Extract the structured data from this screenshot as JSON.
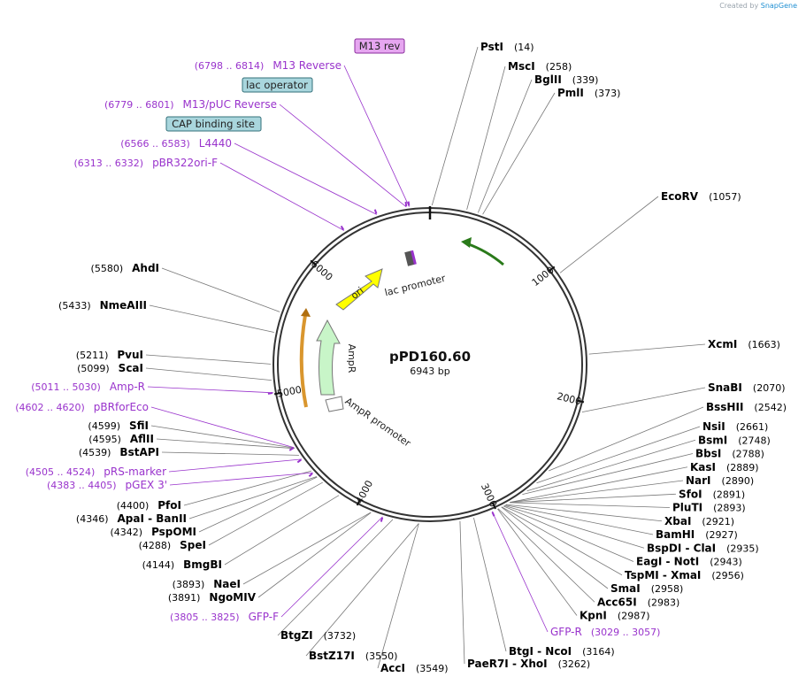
{
  "credit": {
    "prefix": "Created by",
    "brand": "SnapGene"
  },
  "plasmid": {
    "name": "pPD160.60",
    "length_label": "6943 bp",
    "length": 6943
  },
  "colors": {
    "enzyme": "#000000",
    "primer": "#9933cc",
    "backbone": "#333333"
  },
  "ticks": [
    {
      "label": "1000",
      "pos": 1000
    },
    {
      "label": "2000",
      "pos": 2000
    },
    {
      "label": "3000",
      "pos": 3000
    },
    {
      "label": "4000",
      "pos": 4000
    },
    {
      "label": "5000",
      "pos": 5000
    },
    {
      "label": "6000",
      "pos": 6000
    }
  ],
  "boxed_features": [
    {
      "name": "M13 rev",
      "fill": "#e6a6f0",
      "stroke": "#8a2c9c"
    },
    {
      "name": "lac operator",
      "fill": "#a9d6dd",
      "stroke": "#33707a"
    },
    {
      "name": "CAP binding site",
      "fill": "#a9d6dd",
      "stroke": "#33707a"
    }
  ],
  "inner_features": [
    {
      "name": "ori",
      "type": "origin",
      "fill": "#ffff00"
    },
    {
      "name": "lac promoter",
      "type": "promoter"
    },
    {
      "name": "AmpR",
      "type": "cds",
      "fill": "#c8f5c8"
    },
    {
      "name": "AmpR promoter",
      "type": "promoter"
    }
  ],
  "labels_top_right": [
    {
      "name": "PstI",
      "coord": "(14)",
      "kind": "enzyme"
    },
    {
      "name": "MscI",
      "coord": "(258)",
      "kind": "enzyme"
    },
    {
      "name": "BglII",
      "coord": "(339)",
      "kind": "enzyme"
    },
    {
      "name": "PmlI",
      "coord": "(373)",
      "kind": "enzyme"
    },
    {
      "name": "EcoRV",
      "coord": "(1057)",
      "kind": "enzyme"
    },
    {
      "name": "XcmI",
      "coord": "(1663)",
      "kind": "enzyme"
    },
    {
      "name": "SnaBI",
      "coord": "(2070)",
      "kind": "enzyme"
    },
    {
      "name": "BssHII",
      "coord": "(2542)",
      "kind": "enzyme"
    }
  ],
  "labels_right": [
    {
      "name": "NsiI",
      "coord": "(2661)",
      "kind": "enzyme"
    },
    {
      "name": "BsmI",
      "coord": "(2748)",
      "kind": "enzyme"
    },
    {
      "name": "BbsI",
      "coord": "(2788)",
      "kind": "enzyme"
    },
    {
      "name": "KasI",
      "coord": "(2889)",
      "kind": "enzyme"
    },
    {
      "name": "NarI",
      "coord": "(2890)",
      "kind": "enzyme"
    },
    {
      "name": "SfoI",
      "coord": "(2891)",
      "kind": "enzyme"
    },
    {
      "name": "PluTI",
      "coord": "(2893)",
      "kind": "enzyme"
    },
    {
      "name": "XbaI",
      "coord": "(2921)",
      "kind": "enzyme"
    },
    {
      "name": "BamHI",
      "coord": "(2927)",
      "kind": "enzyme"
    },
    {
      "name": "BspDI - ClaI",
      "coord": "(2935)",
      "kind": "enzyme"
    },
    {
      "name": "EagI - NotI",
      "coord": "(2943)",
      "kind": "enzyme"
    },
    {
      "name": "TspMI - XmaI",
      "coord": "(2956)",
      "kind": "enzyme"
    },
    {
      "name": "SmaI",
      "coord": "(2958)",
      "kind": "enzyme"
    },
    {
      "name": "Acc65I",
      "coord": "(2983)",
      "kind": "enzyme"
    },
    {
      "name": "KpnI",
      "coord": "(2987)",
      "kind": "enzyme"
    }
  ],
  "labels_bottom": [
    {
      "name": "GFP-R",
      "coord": "(3029 .. 3057)",
      "kind": "primer"
    },
    {
      "name": "BtgI - NcoI",
      "coord": "(3164)",
      "kind": "enzyme"
    },
    {
      "name": "PaeR7I - XhoI",
      "coord": "(3262)",
      "kind": "enzyme"
    },
    {
      "name": "AccI",
      "coord": "(3549)",
      "kind": "enzyme"
    },
    {
      "name": "BstZ17I",
      "coord": "(3550)",
      "kind": "enzyme"
    },
    {
      "name": "BtgZI",
      "coord": "(3732)",
      "kind": "enzyme"
    }
  ],
  "labels_left": [
    {
      "name": "GFP-F",
      "coord": "(3805 .. 3825)",
      "kind": "primer"
    },
    {
      "name": "NgoMIV",
      "coord": "(3891)",
      "kind": "enzyme"
    },
    {
      "name": "NaeI",
      "coord": "(3893)",
      "kind": "enzyme"
    },
    {
      "name": "BmgBI",
      "coord": "(4144)",
      "kind": "enzyme"
    },
    {
      "name": "SpeI",
      "coord": "(4288)",
      "kind": "enzyme"
    },
    {
      "name": "PspOMI",
      "coord": "(4342)",
      "kind": "enzyme"
    },
    {
      "name": "ApaI - BanII",
      "coord": "(4346)",
      "kind": "enzyme"
    },
    {
      "name": "PfoI",
      "coord": "(4400)",
      "kind": "enzyme"
    },
    {
      "name": "pGEX 3'",
      "coord": "(4383 .. 4405)",
      "kind": "primer"
    },
    {
      "name": "pRS-marker",
      "coord": "(4505 .. 4524)",
      "kind": "primer"
    },
    {
      "name": "BstAPI",
      "coord": "(4539)",
      "kind": "enzyme"
    },
    {
      "name": "AflII",
      "coord": "(4595)",
      "kind": "enzyme"
    },
    {
      "name": "SfiI",
      "coord": "(4599)",
      "kind": "enzyme"
    },
    {
      "name": "pBRforEco",
      "coord": "(4602 .. 4620)",
      "kind": "primer"
    },
    {
      "name": "Amp-R",
      "coord": "(5011 .. 5030)",
      "kind": "primer"
    },
    {
      "name": "ScaI",
      "coord": "(5099)",
      "kind": "enzyme"
    },
    {
      "name": "PvuI",
      "coord": "(5211)",
      "kind": "enzyme"
    },
    {
      "name": "NmeAIII",
      "coord": "(5433)",
      "kind": "enzyme"
    },
    {
      "name": "AhdI",
      "coord": "(5580)",
      "kind": "enzyme"
    }
  ],
  "labels_top_left": [
    {
      "name": "pBR322ori-F",
      "coord": "(6313 .. 6332)",
      "kind": "primer"
    },
    {
      "name": "L4440",
      "coord": "(6566 .. 6583)",
      "kind": "primer"
    },
    {
      "name": "M13/pUC Reverse",
      "coord": "(6779 .. 6801)",
      "kind": "primer"
    },
    {
      "name": "M13 Reverse",
      "coord": "(6798 .. 6814)",
      "kind": "primer"
    }
  ]
}
